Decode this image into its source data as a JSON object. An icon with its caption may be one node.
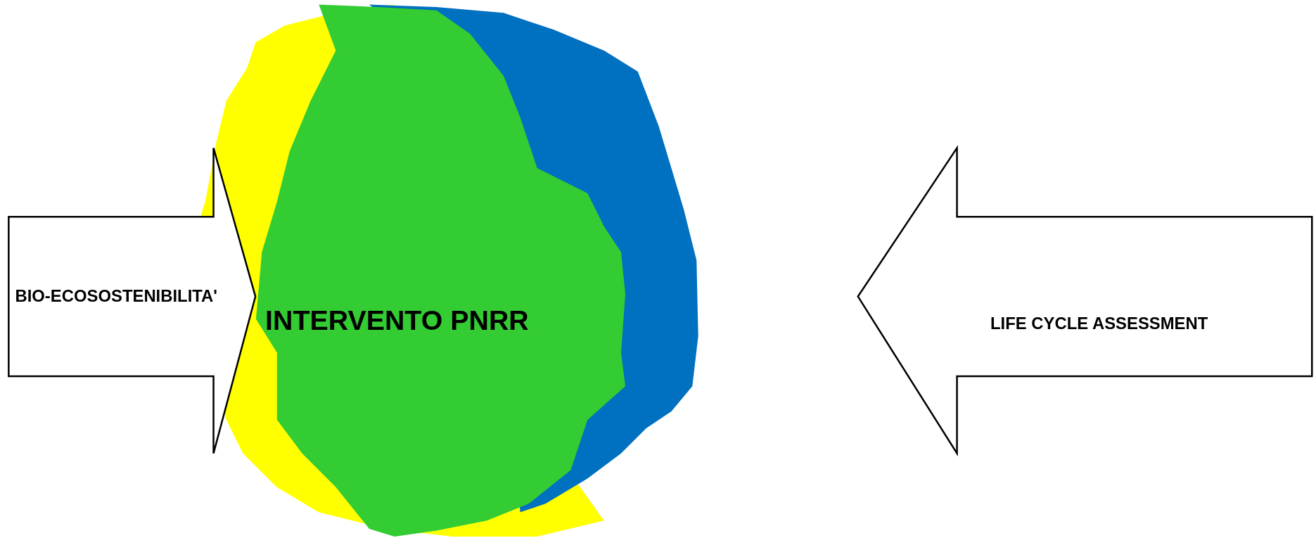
{
  "diagram": {
    "nodes": [
      {
        "text": [
          "BIO-ECOSOSTENIBILITA'"
        ]
      },
      {
        "text": [],
        "shape": "cloud"
      },
      {
        "text": [
          "INTERVENTO PNRR"
        ]
      },
      {
        "text": [],
        "shape": "cloud"
      },
      {
        "text": [
          "LIFE CYCLE ASSESSMENT"
        ]
      }
    ],
    "edges": []
  }
}
